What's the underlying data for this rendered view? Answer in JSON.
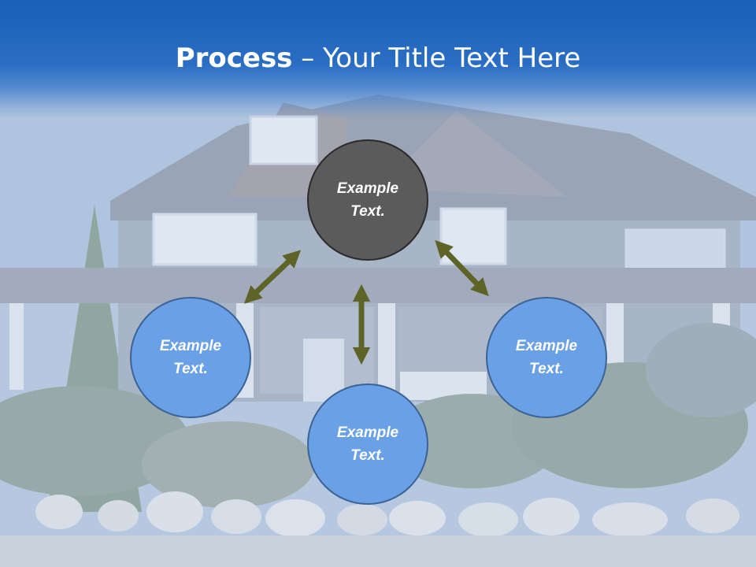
{
  "slide": {
    "title_bold": "Process",
    "title_rest": " – Your Title Text Here"
  },
  "nodes": {
    "center": "Example\nText.",
    "left": "Example\nText.",
    "right": "Example\nText.",
    "bottom": "Example\nText."
  },
  "colors": {
    "title_band": "#1a5fb8",
    "center_fill": "#5b5b5b",
    "node_fill": "#6aa0e6",
    "arrow": "#5e6428"
  }
}
